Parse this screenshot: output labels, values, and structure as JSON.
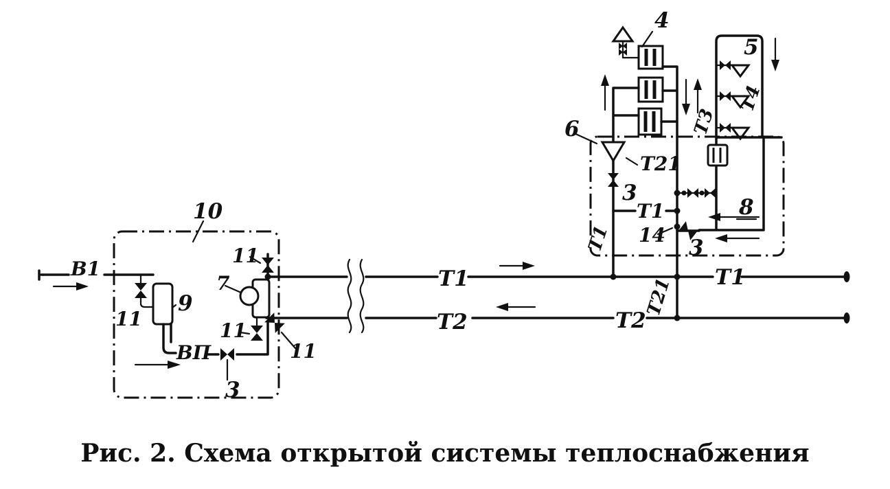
{
  "figure": {
    "caption": "Рис. 2. Схема открытой системы теплоснабжения",
    "ink_color": "#111111",
    "paper_color": "#ffffff"
  },
  "labels": {
    "n10": "10",
    "v1": "В1",
    "n11_inlet": "11",
    "n9": "9",
    "vp": "ВП",
    "n3_vp": "3",
    "n7": "7",
    "n11_riser": "11",
    "n11_drain": "11",
    "n11_mix": "11",
    "t1_mid": "Т1",
    "t2_mid": "Т2",
    "t1_right": "Т1",
    "t2_right": "Т2",
    "n4": "4",
    "n5": "5",
    "n6": "6",
    "t21_branch": "Т21",
    "n3_riser": "3",
    "t1_branch": "Т1",
    "n14": "14",
    "n3_loop": "3",
    "n8": "8",
    "rt1": "Т1",
    "rt21": "Т21",
    "rt3": "Т3",
    "rt4": "Т4"
  }
}
